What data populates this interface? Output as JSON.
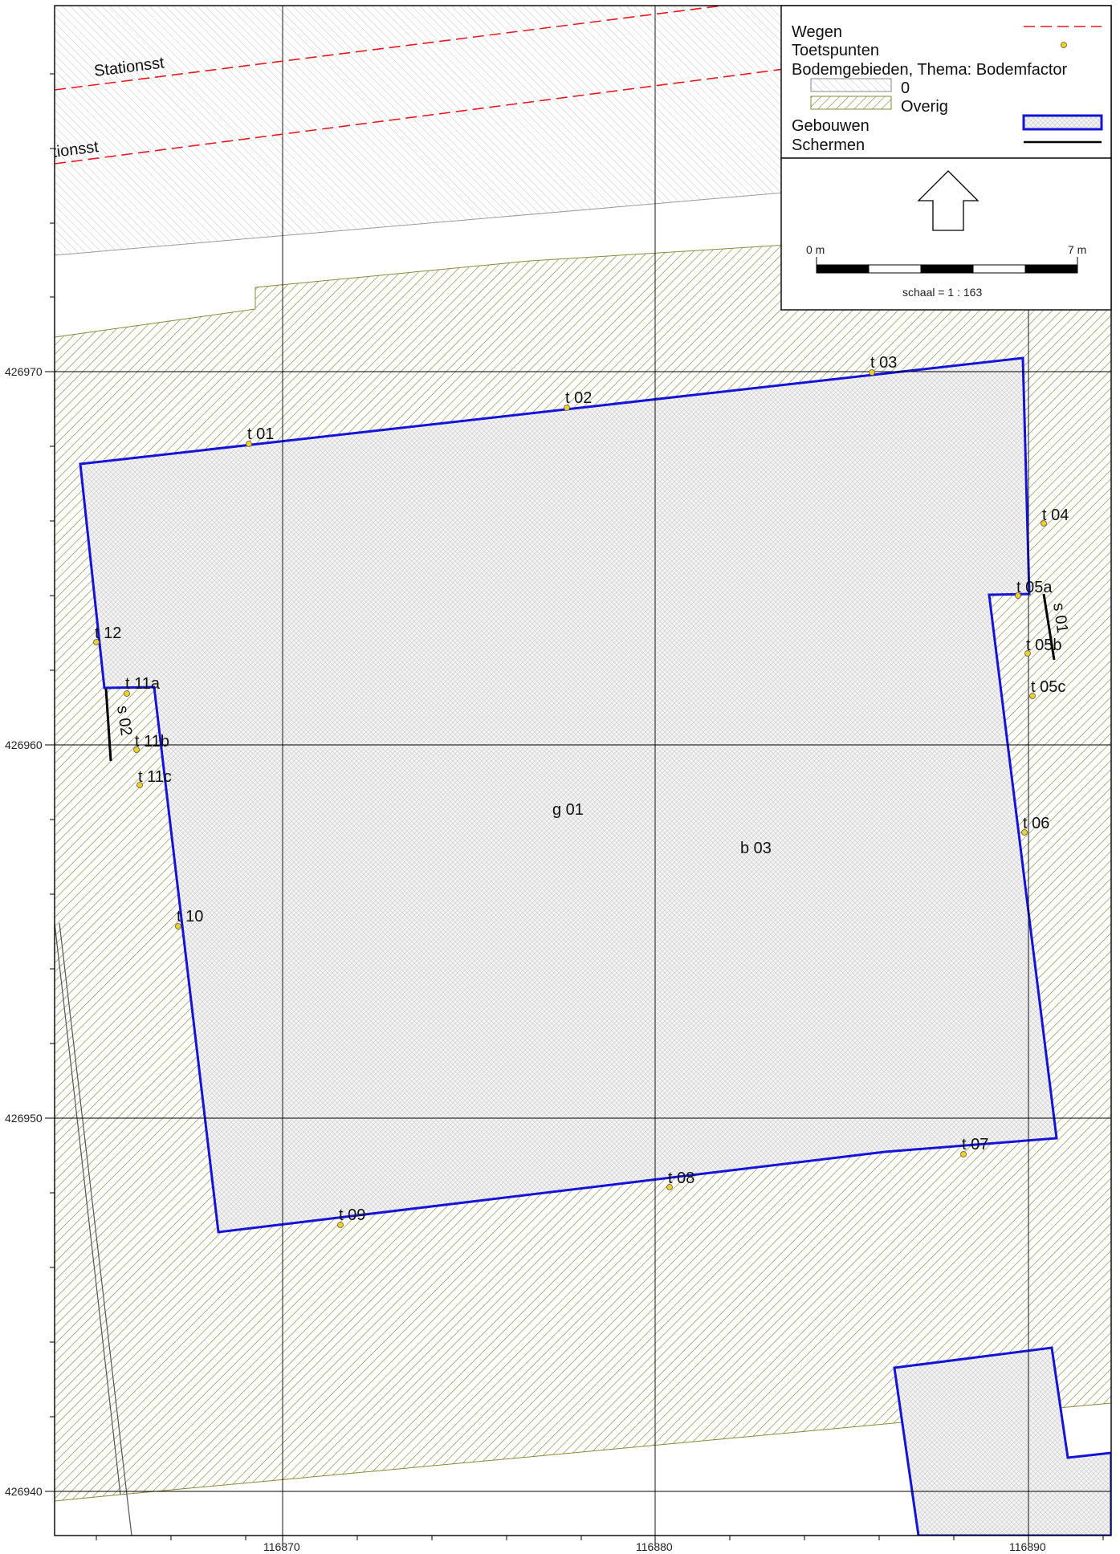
{
  "roads": [
    {
      "label": "Stationsst"
    },
    {
      "label": "tionsst"
    }
  ],
  "area_labels": {
    "ground": "g 01",
    "building": "b 03"
  },
  "test_points": [
    {
      "id": "t01",
      "label": "t 01"
    },
    {
      "id": "t02",
      "label": "t 02"
    },
    {
      "id": "t03",
      "label": "t 03"
    },
    {
      "id": "t04",
      "label": "t 04"
    },
    {
      "id": "t05a",
      "label": "t 05a"
    },
    {
      "id": "t05b",
      "label": "t 05b"
    },
    {
      "id": "t05c",
      "label": "t 05c"
    },
    {
      "id": "t06",
      "label": "t 06"
    },
    {
      "id": "t07",
      "label": "t 07"
    },
    {
      "id": "t08",
      "label": "t 08"
    },
    {
      "id": "t09",
      "label": "t 09"
    },
    {
      "id": "t10",
      "label": "t 10"
    },
    {
      "id": "t11a",
      "label": "t 11a"
    },
    {
      "id": "t11b",
      "label": "t 11b"
    },
    {
      "id": "t11c",
      "label": "t 11c"
    },
    {
      "id": "t12",
      "label": "t 12"
    }
  ],
  "screens": [
    {
      "id": "s01",
      "label": "s 01"
    },
    {
      "id": "s02",
      "label": "s 02"
    }
  ],
  "axis": {
    "y_ticks": [
      "426970",
      "426960",
      "426950",
      "426940"
    ],
    "x_ticks": [
      "116870",
      "116880",
      "116890"
    ]
  },
  "legend": {
    "items": {
      "wegen": "Wegen",
      "toetspunten": "Toetspunten",
      "bodem_title": "Bodemgebieden, Thema: Bodemfactor",
      "bodem_zero": "0",
      "bodem_overig": "Overig",
      "gebouwen": "Gebouwen",
      "schermen": "Schermen"
    }
  },
  "scalebar": {
    "start": "0 m",
    "end": "7 m",
    "scale": "schaal = 1 : 163"
  },
  "colors": {
    "road_line": "#e8191e",
    "building_outline": "#1414d8",
    "ground_hatch": "#8a8a3a",
    "zero_hatch": "#b9b9b9",
    "test_point": "#f0d020",
    "screen_line": "#000000"
  }
}
